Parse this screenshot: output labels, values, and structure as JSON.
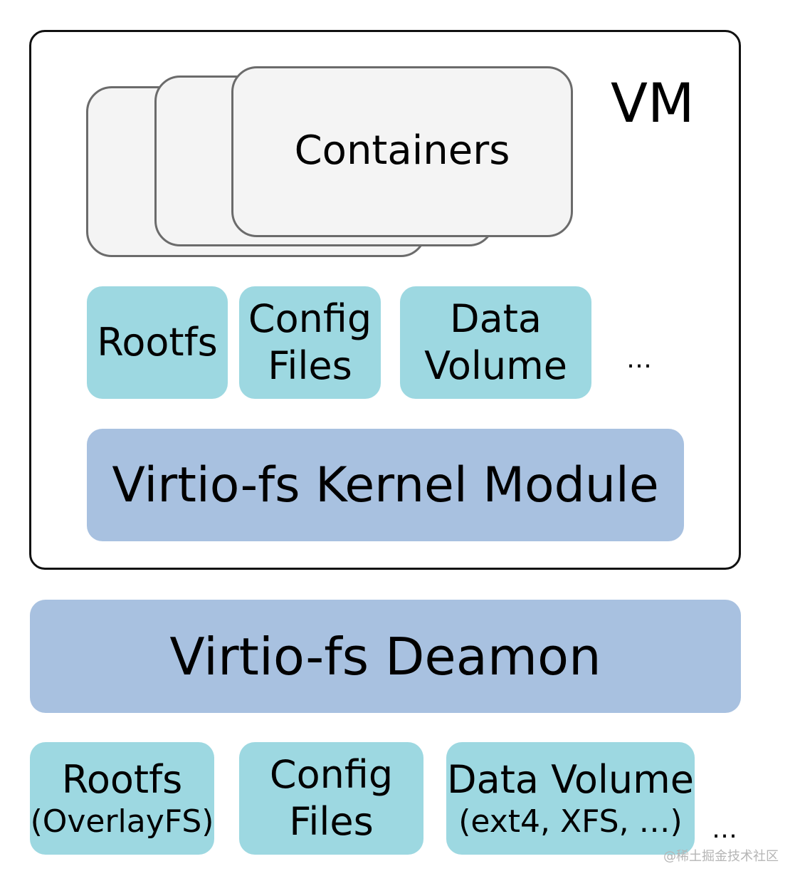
{
  "vm": {
    "label": "VM",
    "containers_label": "Containers",
    "rootfs": "Rootfs",
    "config_line1": "Config",
    "config_line2": "Files",
    "data_line1": "Data",
    "data_line2": "Volume",
    "ellipsis": "…",
    "kernel_module": "Virtio-fs Kernel Module"
  },
  "daemon": {
    "label": "Virtio-fs Deamon"
  },
  "host": {
    "rootfs": "Rootfs",
    "rootfs_sub": "(OverlayFS)",
    "config_line1": "Config",
    "config_line2": "Files",
    "data": "Data Volume",
    "data_sub": "(ext4, XFS, …)",
    "ellipsis": "…"
  },
  "watermark": "@稀土掘金技术社区",
  "colors": {
    "teal_box": "#9dd8e1",
    "blue_box": "#a8c1e0",
    "container_fill": "#f4f4f4",
    "container_border": "#6b6b6b"
  }
}
